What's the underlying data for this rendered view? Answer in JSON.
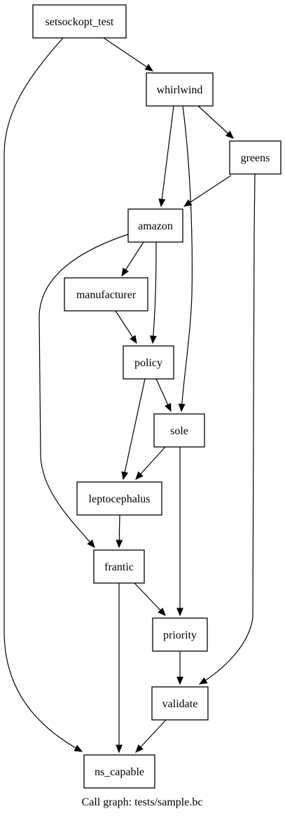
{
  "caption": "Call graph: tests/sample.bc",
  "nodes": [
    {
      "id": "setsockopt_test",
      "label": "setsockopt_test"
    },
    {
      "id": "whirlwind",
      "label": "whirlwind"
    },
    {
      "id": "greens",
      "label": "greens"
    },
    {
      "id": "amazon",
      "label": "amazon"
    },
    {
      "id": "manufacturer",
      "label": "manufacturer"
    },
    {
      "id": "policy",
      "label": "policy"
    },
    {
      "id": "sole",
      "label": "sole"
    },
    {
      "id": "leptocephalus",
      "label": "leptocephalus"
    },
    {
      "id": "frantic",
      "label": "frantic"
    },
    {
      "id": "priority",
      "label": "priority"
    },
    {
      "id": "validate",
      "label": "validate"
    },
    {
      "id": "ns_capable",
      "label": "ns_capable"
    }
  ],
  "edges": [
    {
      "from": "setsockopt_test",
      "to": "whirlwind"
    },
    {
      "from": "setsockopt_test",
      "to": "ns_capable"
    },
    {
      "from": "whirlwind",
      "to": "greens"
    },
    {
      "from": "whirlwind",
      "to": "amazon"
    },
    {
      "from": "whirlwind",
      "to": "sole"
    },
    {
      "from": "greens",
      "to": "amazon"
    },
    {
      "from": "greens",
      "to": "validate"
    },
    {
      "from": "amazon",
      "to": "manufacturer"
    },
    {
      "from": "amazon",
      "to": "policy"
    },
    {
      "from": "amazon",
      "to": "frantic"
    },
    {
      "from": "manufacturer",
      "to": "policy"
    },
    {
      "from": "policy",
      "to": "sole"
    },
    {
      "from": "policy",
      "to": "leptocephalus"
    },
    {
      "from": "sole",
      "to": "leptocephalus"
    },
    {
      "from": "sole",
      "to": "priority"
    },
    {
      "from": "leptocephalus",
      "to": "frantic"
    },
    {
      "from": "frantic",
      "to": "priority"
    },
    {
      "from": "frantic",
      "to": "ns_capable"
    },
    {
      "from": "priority",
      "to": "validate"
    },
    {
      "from": "validate",
      "to": "ns_capable"
    }
  ]
}
